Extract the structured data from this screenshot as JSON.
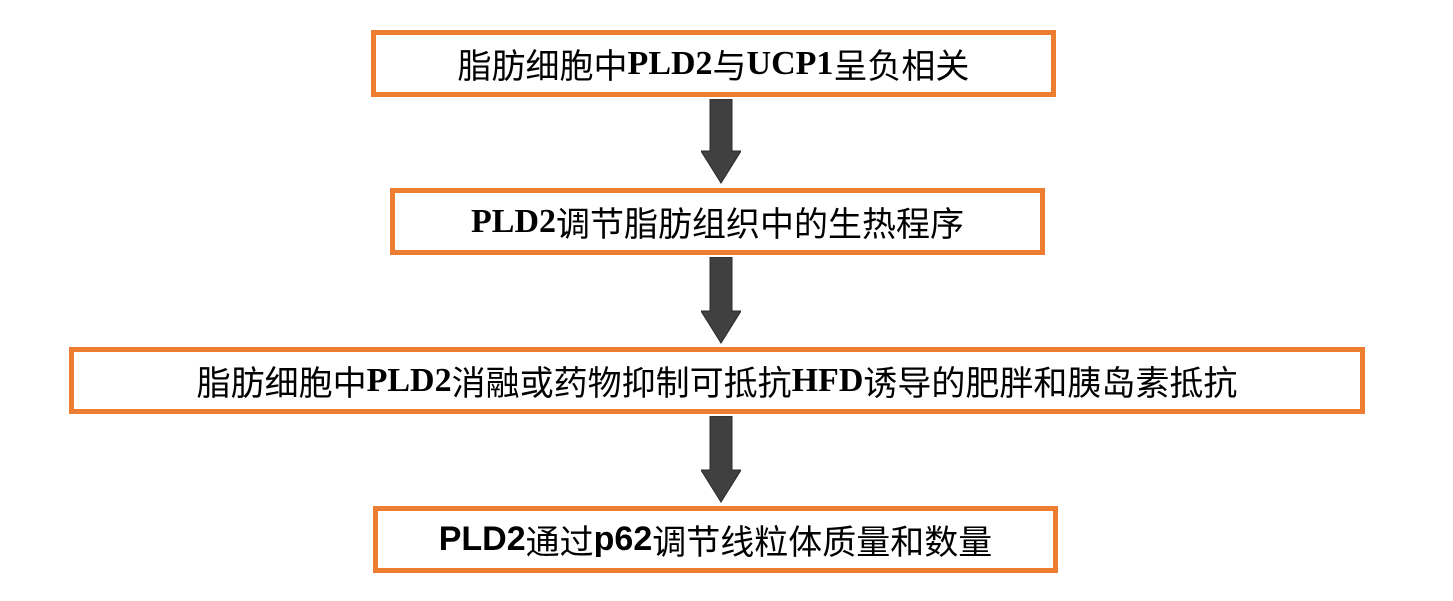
{
  "flow": {
    "step1": {
      "part1": "脂肪细胞中",
      "part2": "PLD2",
      "part3": "与",
      "part4": "UCP1",
      "part5": "呈负相关"
    },
    "step2": {
      "part1": "PLD2",
      "part2": "调节脂肪组织中的生热程序"
    },
    "step3": {
      "part1": "脂肪细胞中",
      "part2": "PLD2",
      "part3": "消融或药物抑制可抵抗",
      "part4": "HFD",
      "part5": "诱导的肥胖和胰岛素抵抗"
    },
    "step4": {
      "part1": "PLD2",
      "part2": "通过",
      "part3": "p62",
      "part4": "调节线粒体质量和数量"
    }
  },
  "colors": {
    "box_border": "#ED7D31",
    "arrow_fill": "#404040"
  }
}
